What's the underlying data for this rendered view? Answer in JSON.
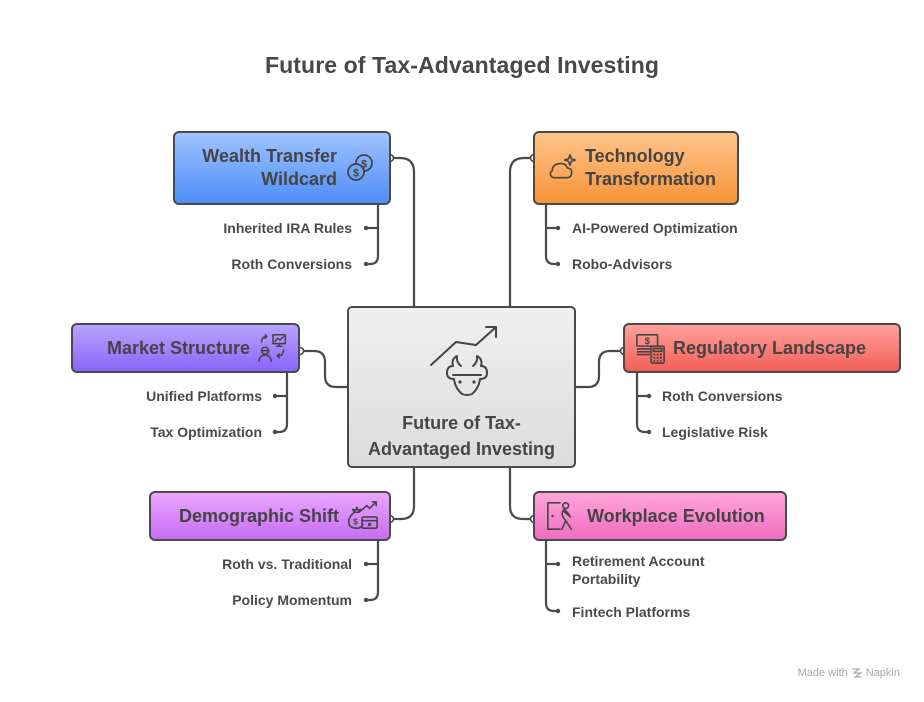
{
  "title": "Future of Tax-Advantaged Investing",
  "center": {
    "label": "Future of Tax-\nAdvantaged Investing",
    "icon": "bull-market-trend-icon"
  },
  "branches": [
    {
      "id": "wealth-transfer",
      "label": "Wealth Transfer\nWildcard",
      "icon": "coins-icon",
      "color": "#5a94f9",
      "children": [
        "Inherited IRA Rules",
        "Roth Conversions"
      ]
    },
    {
      "id": "technology",
      "label": "Technology\nTransformation",
      "icon": "cloud-sparkle-icon",
      "color": "#f8a050",
      "children": [
        "AI-Powered Optimization",
        "Robo-Advisors"
      ]
    },
    {
      "id": "market-structure",
      "label": "Market Structure",
      "icon": "presenter-chart-icon",
      "color": "#9473fb",
      "children": [
        "Unified Platforms",
        "Tax Optimization"
      ]
    },
    {
      "id": "regulatory",
      "label": "Regulatory Landscape",
      "icon": "money-calculator-icon",
      "color": "#f56b63",
      "children": [
        "Roth Conversions",
        "Legislative Risk"
      ]
    },
    {
      "id": "demographic",
      "label": "Demographic Shift",
      "icon": "money-bag-growth-icon",
      "color": "#cf7bf6",
      "children": [
        "Roth vs. Traditional",
        "Policy Momentum"
      ]
    },
    {
      "id": "workplace",
      "label": "Workplace Evolution",
      "icon": "person-exit-door-icon",
      "color": "#f27ac6",
      "children": [
        "Retirement Account\nPortability",
        "Fintech Platforms"
      ]
    }
  ],
  "footer": {
    "text": "Made with",
    "brand": "Napkin"
  }
}
